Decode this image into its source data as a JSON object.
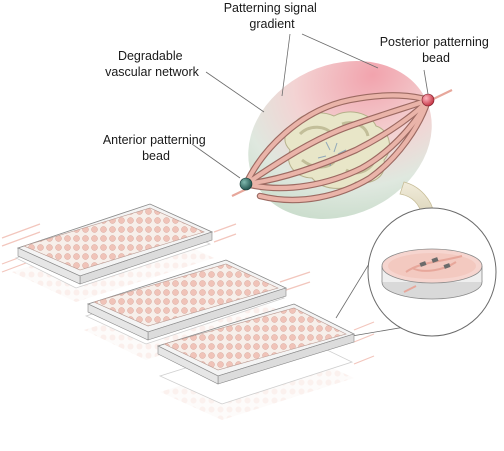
{
  "labels": {
    "gradient_line1": "Patterning signal",
    "gradient_line2": "gradient",
    "posterior_line1": "Posterior patterning",
    "posterior_line2": "bead",
    "vascular_line1": "Degradable",
    "vascular_line2": "vascular network",
    "anterior_line1": "Anterior patterning",
    "anterior_line2": "bead"
  },
  "colors": {
    "gradient_pink": "#f2a3ad",
    "gradient_green": "#c9dccb",
    "vessel": "#e7a79b",
    "vessel_edge": "#9c6a62",
    "posterior_bead": "#d9455a",
    "anterior_bead": "#2f6e66",
    "tissue": "#e8e6c8",
    "arrow": "#d9d2b5",
    "plate_top": "#f4ebe6",
    "well": "#f0c3b8"
  },
  "icons": {
    "downward_arrow": "curved-arrow-icon",
    "magnifier_circle": "magnified-dish-icon"
  }
}
